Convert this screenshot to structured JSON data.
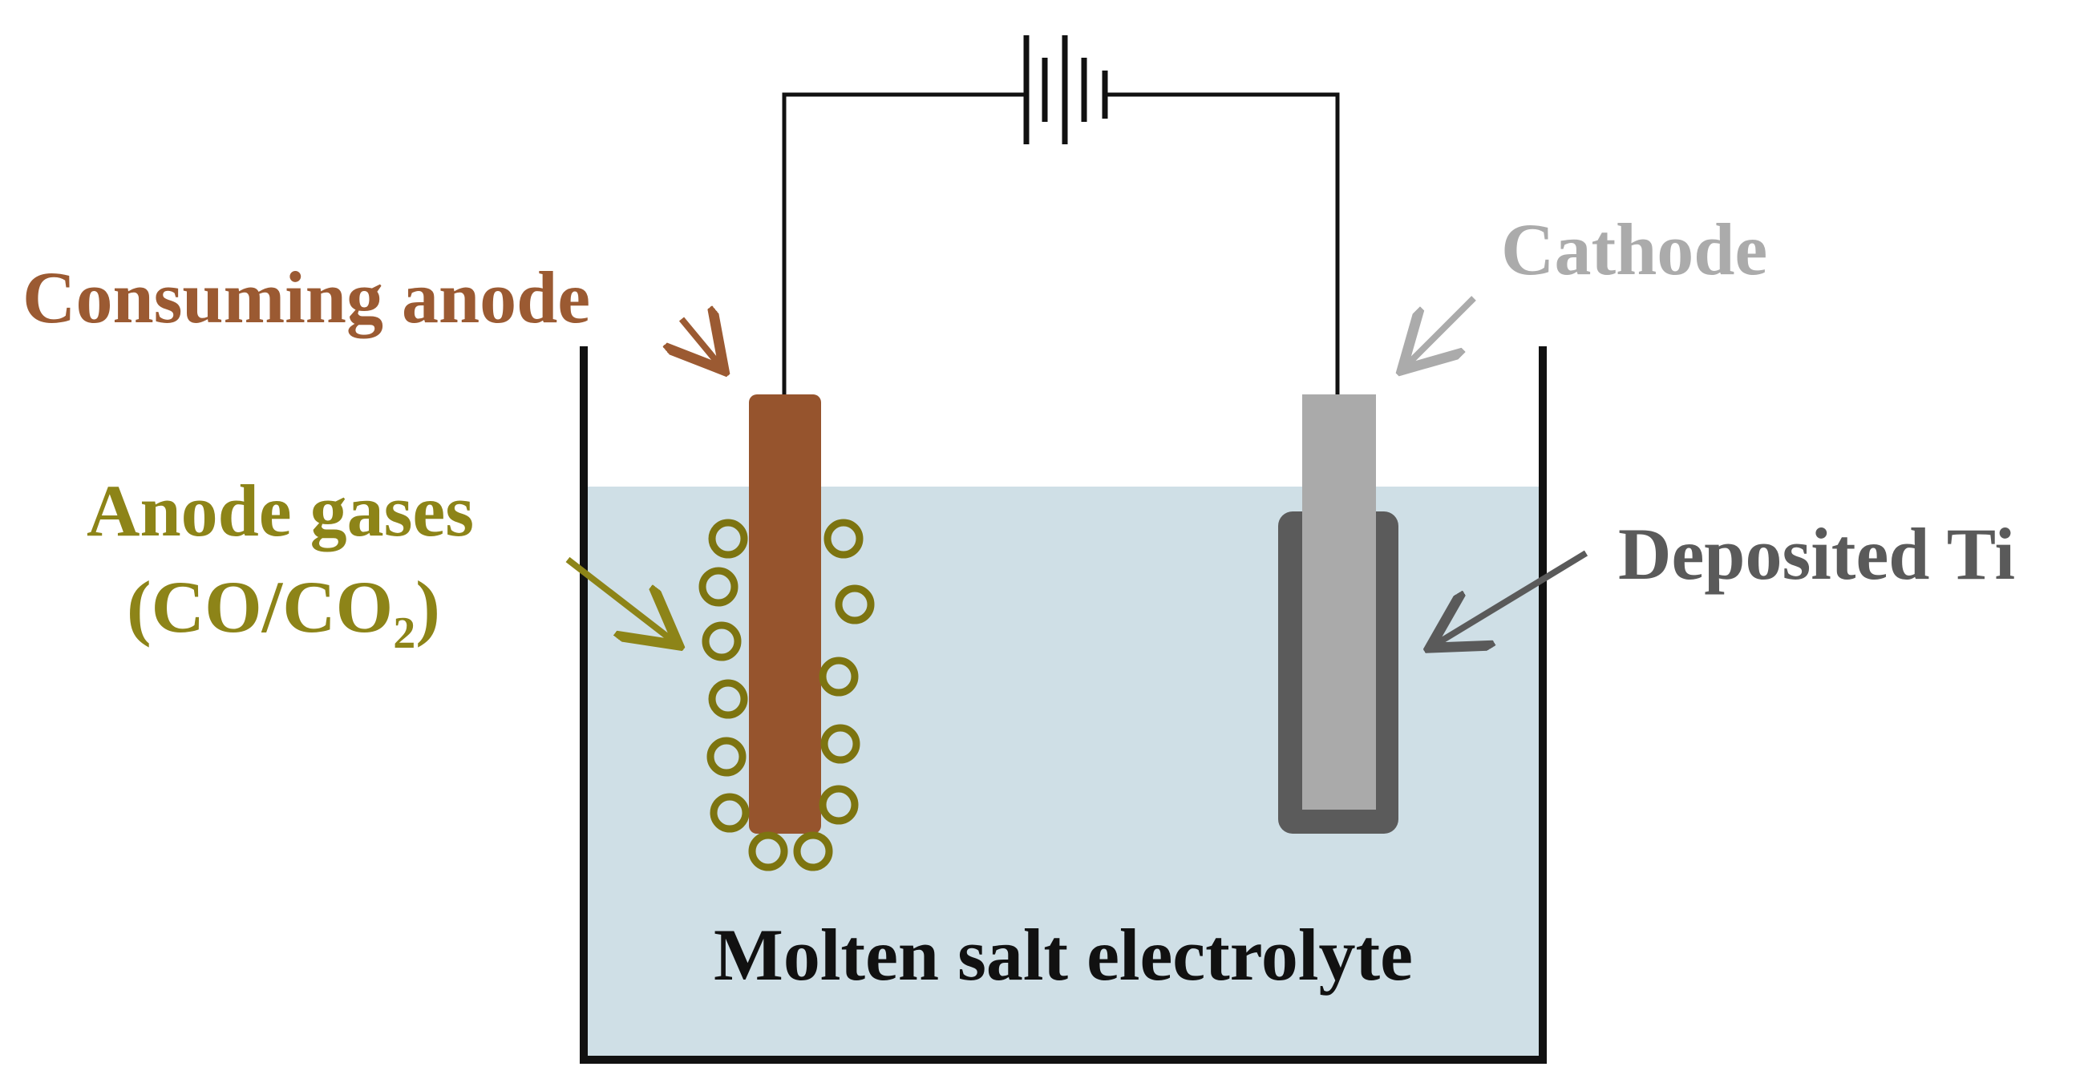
{
  "labels": {
    "consuming_anode": "Consuming anode",
    "cathode": "Cathode",
    "anode_gases_line1": "Anode gases",
    "anode_gases_line2_prefix": "(CO/CO",
    "anode_gases_line2_subscript": "2",
    "anode_gases_line2_suffix": ")",
    "deposited_ti": "Deposited Ti",
    "electrolyte": "Molten salt electrolyte"
  },
  "colors": {
    "anode": "#96542d",
    "anode_label": "#9b5a32",
    "gas_bubbles": "#7d7410",
    "gas_label": "#8d8418",
    "cathode": "#aaaaaa",
    "cathode_label": "#ababab",
    "deposit": "#5b5b5b",
    "deposit_label": "#5a5a5a",
    "electrolyte": "#cfdfe6",
    "wire": "#111111",
    "text_dark": "#111111"
  }
}
